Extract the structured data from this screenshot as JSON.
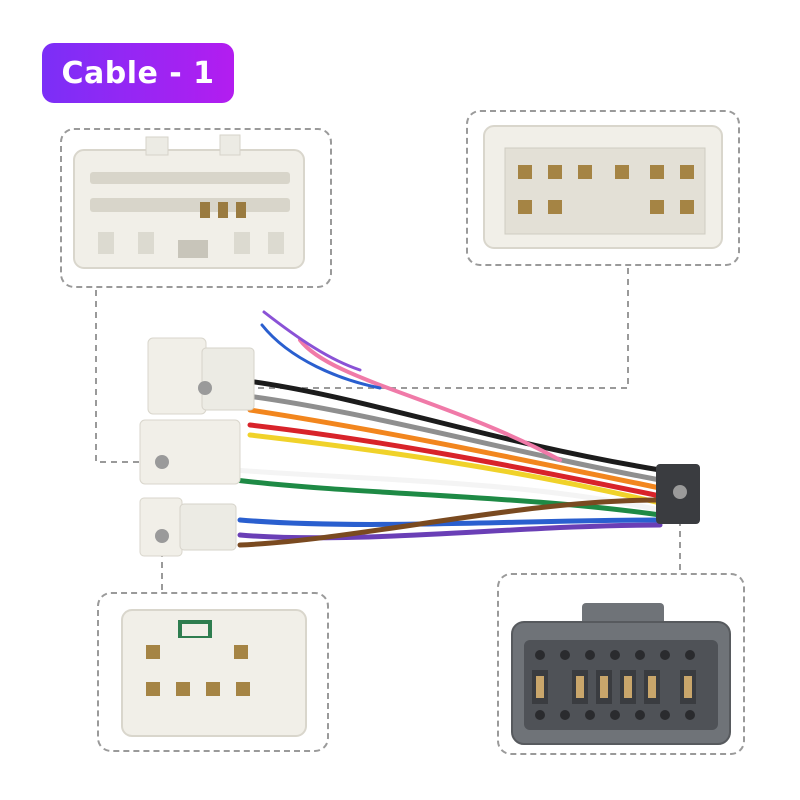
{
  "badge": {
    "label": "Cable - 1"
  },
  "colors": {
    "badge_start": "#7b2ff7",
    "badge_end": "#b31df0",
    "connector_white": "#f1efe8",
    "connector_gray": "#6f7378",
    "dashed": "#9a9a9a"
  },
  "wires": [
    {
      "name": "wire-black",
      "color": "#1c1c1c"
    },
    {
      "name": "wire-gray",
      "color": "#8f8f8f"
    },
    {
      "name": "wire-pink",
      "color": "#f07aa8"
    },
    {
      "name": "wire-orange",
      "color": "#f2861e"
    },
    {
      "name": "wire-red",
      "color": "#d8232a"
    },
    {
      "name": "wire-yellow",
      "color": "#f0d22a"
    },
    {
      "name": "wire-white",
      "color": "#f4f4f4"
    },
    {
      "name": "wire-green",
      "color": "#1e8a45"
    },
    {
      "name": "wire-blue",
      "color": "#2a5fcf"
    },
    {
      "name": "wire-violet",
      "color": "#6a3fb6"
    },
    {
      "name": "wire-brown",
      "color": "#7a4a20"
    }
  ]
}
